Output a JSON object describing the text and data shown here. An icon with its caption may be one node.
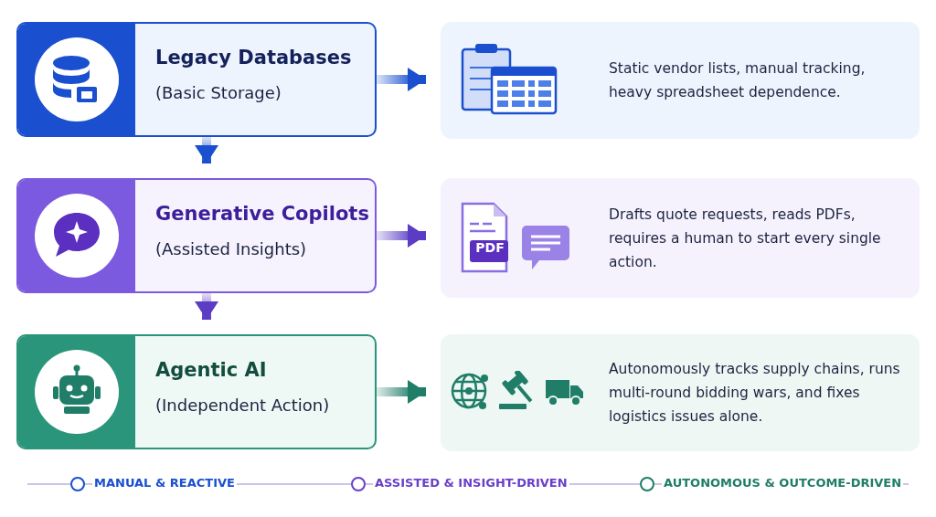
{
  "diagram": {
    "nodes": [
      {
        "text": [
          "Legacy Databases",
          "(Basic Storage)"
        ]
      },
      {
        "text": [
          "Static vendor lists, manual tracking, heavy spreadsheet dependence."
        ]
      },
      {
        "text": [
          "Generative Copilots",
          "(Assisted Insights)"
        ]
      },
      {
        "text": [
          "Drafts quote requests, reads PDFs, requires a human to start every single action."
        ]
      },
      {
        "text": [
          "Agentic AI",
          "(Independent Action)"
        ]
      },
      {
        "text": [
          "Autonomously tracks supply chains, runs multi-round bidding wars, and fixes logistics issues alone."
        ]
      }
    ],
    "edges": [
      {
        "from": 0,
        "to": 1,
        "arrow": "to",
        "color": "#1a4fd0"
      },
      {
        "from": 0,
        "to": 2,
        "arrow": "to",
        "color": "#1a4fd0"
      },
      {
        "from": 2,
        "to": 3,
        "arrow": "to",
        "color": "#5b3cc4"
      },
      {
        "from": 2,
        "to": 4,
        "arrow": "to",
        "color": "#5b3cc4"
      },
      {
        "from": 4,
        "to": 5,
        "arrow": "to",
        "color": "#1f7d68"
      }
    ],
    "labels": [
      "PDF",
      "MANUAL & REACTIVE",
      "ASSISTED & INSIGHT-DRIVEN",
      "AUTONOMOUS & OUTCOME-DRIVEN"
    ]
  }
}
